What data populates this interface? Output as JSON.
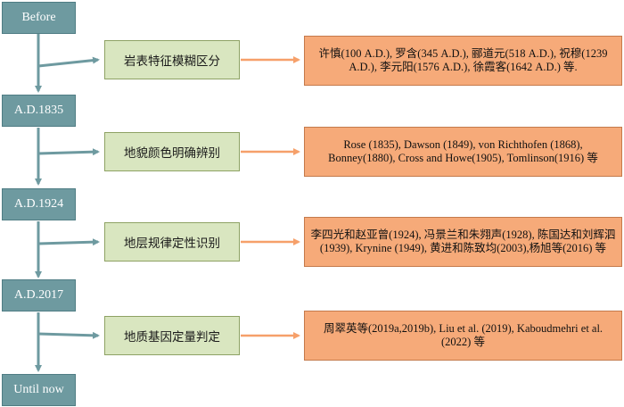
{
  "colors": {
    "era_fill": "#6e9aa0",
    "method_fill": "#d9e6c0",
    "reference_fill": "#f6aa79",
    "connector_teal": "#6e9aa0",
    "connector_orange": "#f6a06a"
  },
  "eras": [
    "Before",
    "A.D.1835",
    "A.D.1924",
    "A.D.2017",
    "Until now"
  ],
  "methods": [
    "岩表特征模糊区分",
    "地貌颜色明确辨别",
    "地层规律定性识别",
    "地质基因定量判定"
  ],
  "references": [
    "许慎(100 A.D.), 罗含(345 A.D.), 郦道元(518 A.D.), 祝穆(1239 A.D.), 李元阳(1576 A.D.), 徐霞客(1642 A.D.) 等.",
    "Rose (1835), Dawson (1849), von Richthofen (1868), Bonney(1880), Cross and Howe(1905), Tomlinson(1916) 等",
    "李四光和赵亚曾(1924), 冯景兰和朱翙声(1928), 陈国达和刘辉泗(1939), Krynine (1949), 黄进和陈致均(2003),杨旭等(2016) 等",
    "周翠英等(2019a,2019b), Liu et al. (2019), Kaboudmehri et al. (2022) 等"
  ]
}
